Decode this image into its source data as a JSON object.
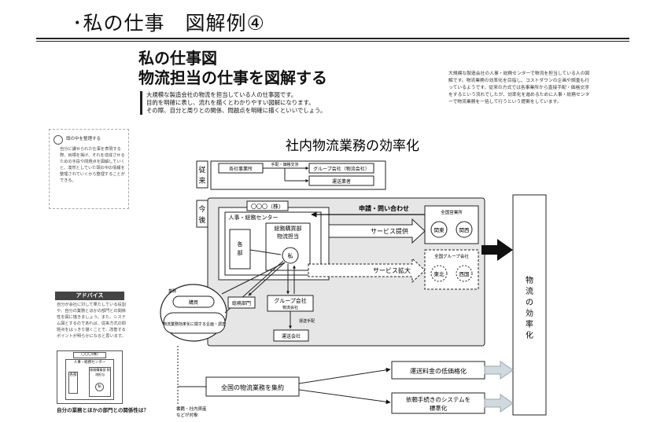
{
  "slide_title": "･私の仕事　図解例④",
  "magazine": {
    "title_line1": "私の仕事図",
    "title_line2": "物流担当の仕事を図解する",
    "lead": [
      "大規模な製造会社の物流を担当している人の仕事図です。",
      "目的を明確に表し、流れを描くとわかりやすい図解になります。",
      "その際、自分と周りとの関係、問題点を明確に描くといいでしょう。"
    ],
    "right_text": "大規模な製造会社の人事・総務センターで物流を担当している人の図解です。物流業務の効率化を目指し、コストダウンの企画や調査も行っているようです。従来の方式では各事業所から直接手配・価格交渉をするという流れでしたが、効率化を進めるために人事・総務センターで物流業務を一括して行うという提案をしています。",
    "left_note_title": "頭の中を整理する",
    "left_note": "自分に課せられた仕事を表現する際、目標を掲げ、それを達成させるための手段や問題点を図解していくと、漠然としていた頭の中の情報を整理されていくから整理することができる。",
    "advice_label": "アドバイス",
    "advice_text": "自分が会社に対して果たしている役割や、自分の業務とほかの部門との関係性を図に描きましょう。また、システム図とするのであれば、従来方式の問題点をはっきり描くことで、改善するポイントが明らかになると思います。",
    "mini_caption": "自分の業務とほかの部門との関係性は？",
    "mini_label1": "〇〇〇(株)",
    "mini_label2": "人事・総務センター",
    "mini_label3": "総務購買部 物流担当",
    "mini_label4": "各部",
    "mini_label5": "私"
  },
  "diagram": {
    "title": "社内物流業務の効率化",
    "old_label": "従来",
    "new_label": "今後",
    "old_office": "各社事業所",
    "old_arrow": "手配・価格交渉",
    "old_group": "グループ会社（物流会社）",
    "old_transport": "運送業者",
    "company": "〇〇〇（株）",
    "center": "人事・総務センター",
    "dept": "総務購買部",
    "logistics": "物流担当",
    "each_dept": "各部",
    "me": "私",
    "request": "申請・問い合わせ",
    "service_offer": "サービス提供",
    "service_expand": "サービス拡大",
    "national_biz": "全国営業所",
    "kanto": "関東",
    "kansai": "関西",
    "national_group": "全国グループ会社",
    "tohoku": "東北",
    "shikoku": "西国",
    "tasks_label": "業務",
    "purchase": "購買",
    "planning": "物流業務効率化に関する企画・調査",
    "sales_dept": "総務部門",
    "group_co": "グループ会社",
    "logistics_co": "物流会社",
    "transport_arrange": "運送手配",
    "transport_co": "運送会社",
    "consolidate": "全国の物流業務を集約",
    "cost_down": "運送料金の低価格化",
    "standardize_1": "依頼手続きのシステムを",
    "standardize_2": "標準化",
    "footnote_1": "書籍・社内資産",
    "footnote_2": "などが対象",
    "result": "物流の効率化"
  },
  "colors": {
    "shade": "#e6e6e6",
    "line": "#222222",
    "arrow": "#111111",
    "soft_arrow": "#cfd9e0"
  }
}
